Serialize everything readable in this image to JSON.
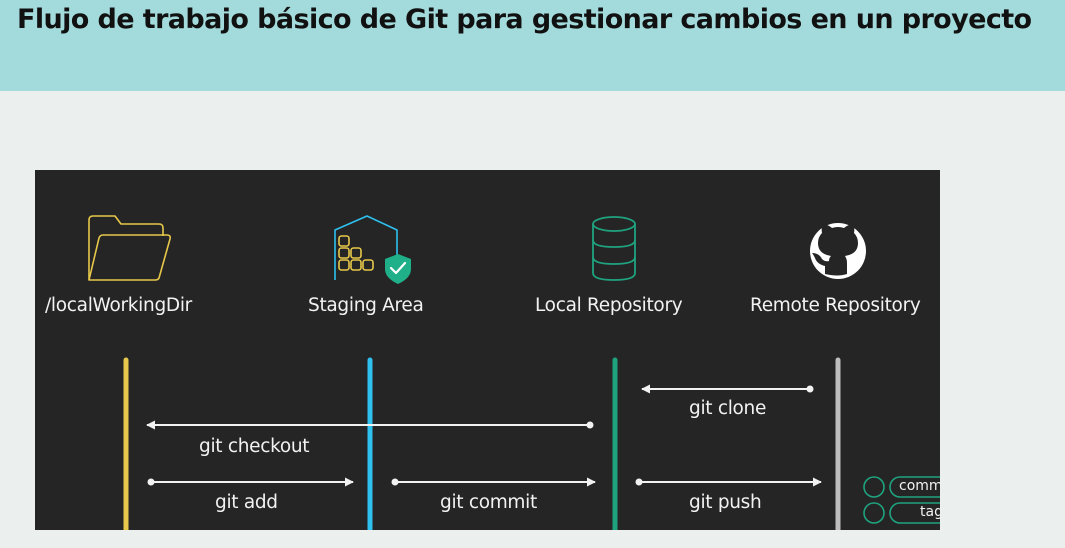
{
  "header": {
    "title": "Flujo de trabajo básico de Git para gestionar cambios en un proyecto"
  },
  "diagram": {
    "stages": [
      {
        "label": "/localWorkingDir",
        "icon": "folder-icon",
        "color": "#e7c84a"
      },
      {
        "label": "Staging Area",
        "icon": "staging-box-icon",
        "color": "#2ec0ef"
      },
      {
        "label": "Local Repository",
        "icon": "database-icon",
        "color": "#1fa37f"
      },
      {
        "label": "Remote Repository",
        "icon": "github-icon",
        "color": "#bdbdbd"
      }
    ],
    "commands": {
      "clone": "git clone",
      "checkout": "git checkout",
      "add": "git add",
      "commit": "git commit",
      "push": "git push"
    },
    "remote_tags": [
      "comm",
      "tag"
    ]
  },
  "colors": {
    "title_bar": "#a3dadc",
    "page_background": "#ebf0ef",
    "diagram_background": "#252525",
    "arrow": "#f2f2f2",
    "legend_outline": "#1fa37f"
  }
}
